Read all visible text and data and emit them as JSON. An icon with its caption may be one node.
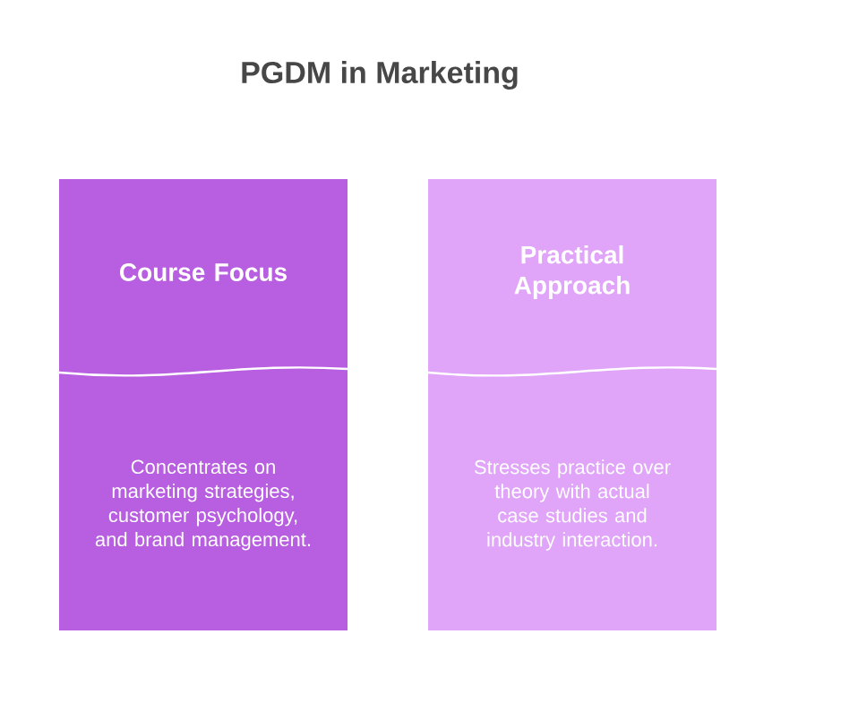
{
  "diagram": {
    "title": "PGDM in Marketing",
    "nodes": [
      {
        "text": [
          "Course Focus",
          "Concentrates on marketing strategies, customer psychology, and brand management."
        ]
      },
      {
        "text": [
          "Practical Approach",
          "Stresses practice over theory with actual case studies and industry interaction."
        ]
      }
    ]
  }
}
